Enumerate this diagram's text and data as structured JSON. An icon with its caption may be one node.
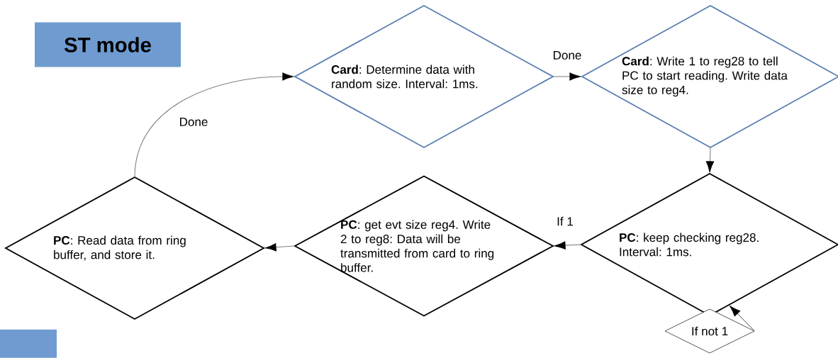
{
  "diagram": {
    "nodes": [
      {
        "text": [
          "ST mode"
        ]
      },
      {
        "text": [
          "**Card**: Determine data with random size. Interval: 1ms."
        ]
      },
      {
        "text": [
          "**Card**: Write 1 to reg28 to tell PC to start reading. Write data size to reg4."
        ]
      },
      {
        "text": [
          "**PC**: Read data from ring buffer, and store it."
        ]
      },
      {
        "text": [
          "**PC**: get evt size reg4. Write 2 to reg8: Data will be transmitted from card to ring buffer."
        ]
      },
      {
        "text": [
          "**PC**: keep checking reg28. Interval: 1ms."
        ]
      },
      {
        "text": [
          "If not 1"
        ]
      },
      {
        "text": [],
        "shape": "box"
      }
    ],
    "edges": [
      {
        "from": 3,
        "to": 1,
        "arrow": "to",
        "label": "Done"
      },
      {
        "from": 1,
        "to": 2,
        "arrow": "to",
        "label": "Done"
      },
      {
        "from": 2,
        "to": 5,
        "arrow": "to"
      },
      {
        "from": 5,
        "to": 4,
        "arrow": "to",
        "label": "If 1"
      },
      {
        "from": 4,
        "to": 3,
        "arrow": "to"
      },
      {
        "from": 6,
        "to": 5,
        "arrow": "to"
      }
    ]
  }
}
